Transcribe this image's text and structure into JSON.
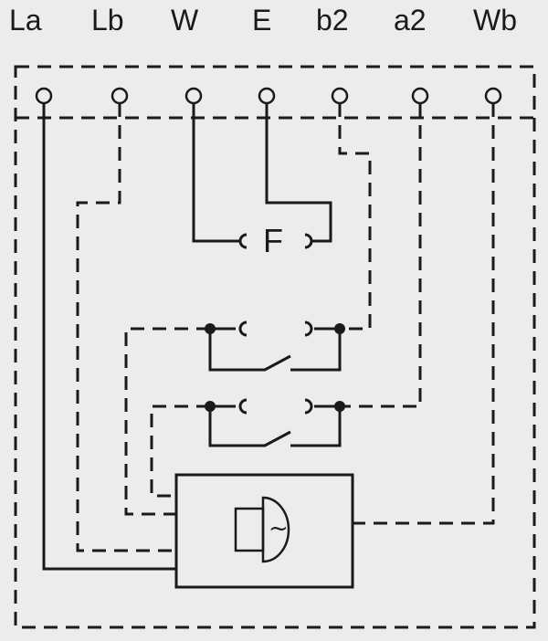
{
  "terminals": [
    {
      "id": "la",
      "label": "La"
    },
    {
      "id": "lb",
      "label": "Lb"
    },
    {
      "id": "w",
      "label": "W"
    },
    {
      "id": "e",
      "label": "E"
    },
    {
      "id": "b2",
      "label": "b2"
    },
    {
      "id": "a2",
      "label": "a2"
    },
    {
      "id": "wb",
      "label": "Wb"
    }
  ],
  "components": {
    "field": {
      "label": "F"
    },
    "motor": {
      "symbol": "~"
    }
  },
  "colors": {
    "background": "#ececec",
    "ink": "#1a1a1a"
  }
}
